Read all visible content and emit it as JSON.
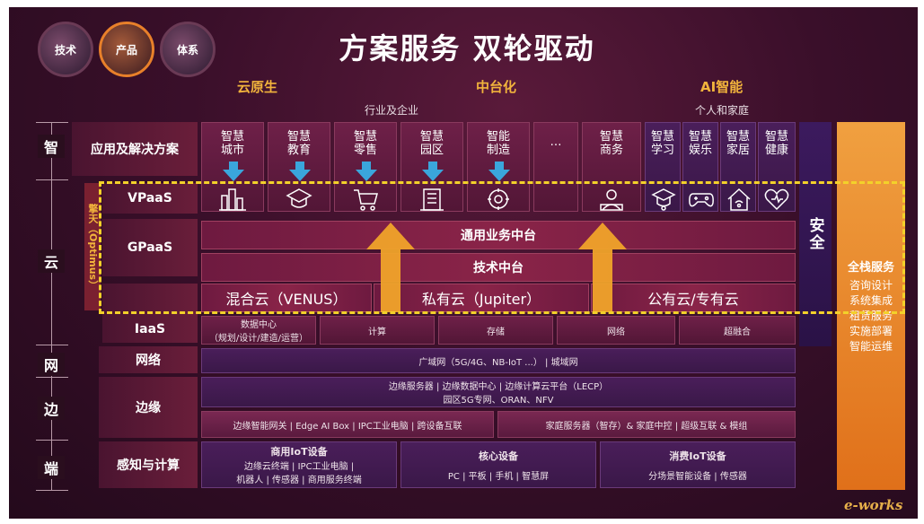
{
  "title": "方案服务 双轮驱动",
  "top_circles": [
    {
      "label": "技术",
      "active": false
    },
    {
      "label": "产品",
      "active": true
    },
    {
      "label": "体系",
      "active": false
    }
  ],
  "pillars": {
    "cloud_native": "云原生",
    "middle_platform": "中台化",
    "ai": "AI智能"
  },
  "subtitles": {
    "industry": "行业及企业",
    "personal": "个人和家庭"
  },
  "tiers": [
    "智",
    "云",
    "网",
    "边",
    "端"
  ],
  "row_labels": {
    "apps": "应用及解决方案",
    "vpaas": "VPaaS",
    "gpaas": "GPaaS",
    "iaas": "IaaS",
    "network": "网络",
    "edge": "边缘",
    "sensing": "感知与计算"
  },
  "optimus_label": "擎天（Optimus）",
  "industry_apps": [
    {
      "line1": "智慧",
      "line2": "城市",
      "icon": "city-icon"
    },
    {
      "line1": "智慧",
      "line2": "教育",
      "icon": "graduation-cap-icon"
    },
    {
      "line1": "智慧",
      "line2": "零售",
      "icon": "shopping-cart-icon"
    },
    {
      "line1": "智慧",
      "line2": "园区",
      "icon": "building-icon"
    },
    {
      "line1": "智能",
      "line2": "制造",
      "icon": "brain-gear-icon"
    },
    {
      "line1": "…",
      "line2": "",
      "icon": ""
    },
    {
      "line1": "智慧",
      "line2": "商务",
      "icon": "business-person-icon"
    }
  ],
  "personal_apps": [
    {
      "line1": "智慧",
      "line2": "学习",
      "icon": "learning-icon"
    },
    {
      "line1": "智慧",
      "line2": "娱乐",
      "icon": "gamepad-icon"
    },
    {
      "line1": "智慧",
      "line2": "家居",
      "icon": "smart-home-icon"
    },
    {
      "line1": "智慧",
      "line2": "健康",
      "icon": "heart-icon"
    }
  ],
  "gpaas_rows": {
    "business": "通用业务中台",
    "tech": "技术中台"
  },
  "clouds": [
    "混合云（VENUS）",
    "私有云（Jupiter）",
    "公有云/专有云"
  ],
  "iaas_items": [
    {
      "line1": "数据中心",
      "line2": "（规划/设计/建造/运营）"
    },
    {
      "line1": "计算",
      "line2": ""
    },
    {
      "line1": "存储",
      "line2": ""
    },
    {
      "line1": "网络",
      "line2": ""
    },
    {
      "line1": "超融合",
      "line2": ""
    }
  ],
  "network_text": "广域网（5G/4G、NB-IoT ...）  |  城域网",
  "edge_top": {
    "line1": "边缘服务器    |    边缘数据中心    |    边缘计算云平台（LECP）",
    "line2": "园区5G专网、ORAN、NFV"
  },
  "edge_bottom_left": "边缘智能网关 | Edge AI Box  | IPC工业电脑 | 跨设备互联",
  "edge_bottom_right": "家庭服务器（智存）& 家庭中控  |  超级互联 & 模组",
  "devices": [
    {
      "title": "商用IoT设备",
      "line1": "边缘云终端 | IPC工业电脑 |",
      "line2": "机器人 | 传感器 | 商用服务终端"
    },
    {
      "title": "核心设备",
      "line1": "PC | 平板 | 手机 | 智慧屏",
      "line2": ""
    },
    {
      "title": "消费IoT设备",
      "line1": "分场景智能设备 | 传感器",
      "line2": ""
    }
  ],
  "security": "安全",
  "full_stack": {
    "title": "全栈服务",
    "items": [
      "咨询设计",
      "系统集成",
      "租赁服务",
      "实施部署",
      "智能运维"
    ]
  },
  "watermark": "e-works",
  "colors": {
    "pillar": "#f2b43c",
    "dashed": "#f3d12a",
    "arrow_down": "#3aa6dc",
    "arrow_up": "#f0a32a",
    "full_stack": "#e8801e",
    "security": "#3c1a5e"
  }
}
